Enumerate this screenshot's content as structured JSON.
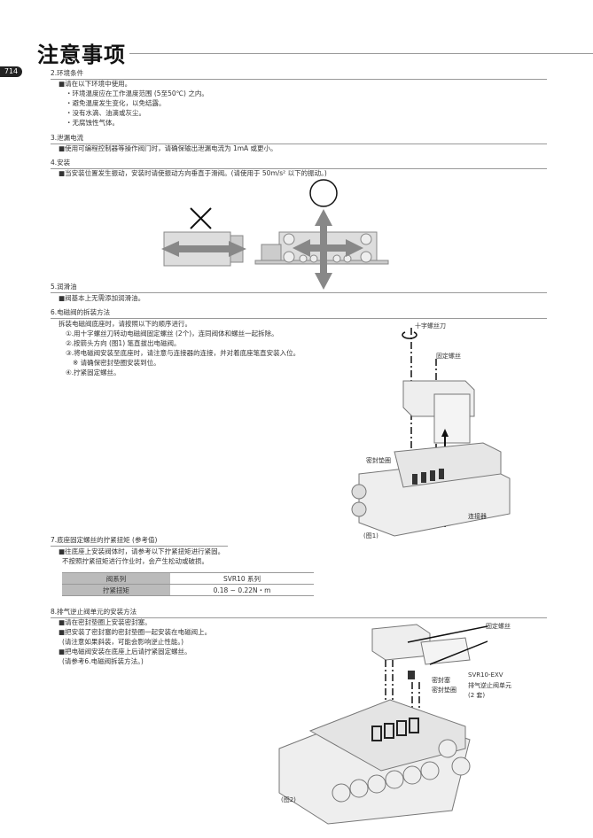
{
  "header": {
    "title": "注意事项",
    "page_number": "714"
  },
  "sections": [
    {
      "heading": "2.环境条件",
      "lines": [
        "■请在以下环境中使用。",
        "・环境温度应在工作温度范围 (5至50℃) 之内。",
        "・避免温度发生变化，以免结露。",
        "・没有水滴、油滴或灰尘。",
        "・无腐蚀性气体。"
      ]
    },
    {
      "heading": "3.泄漏电流",
      "lines": [
        "■使用可编程控制器等操作阀门时，请确保输出泄漏电流为 1mA 或更小。"
      ]
    },
    {
      "heading": "4.安装",
      "lines": [
        "■当安装位置发生振动，安装时请使振动方向垂直于滑阀。(请使用于 50m/s² 以下的振动。)"
      ]
    },
    {
      "heading": "5.润滑油",
      "lines": [
        "■阀基本上无需添加润滑油。"
      ]
    },
    {
      "heading": "6.电磁阀的拆装方法",
      "lines": [
        "拆装电磁阀底座时，请按照以下的顺序进行。",
        "①.用十字螺丝刀转动电磁阀固定螺丝 (2个)，连同阀体和螺丝一起拆除。",
        "②.按箭头方向 (图1) 笔直拔出电磁阀。",
        "③.将电磁阀安装至底座时，请注意与连接器的连接，并对着底座笔直安装入位。",
        "※ 请确保密封垫圈安装到位。",
        "④.拧紧固定螺丝。"
      ]
    },
    {
      "heading": "7.底座固定螺丝的拧紧扭矩 (参考值)",
      "lines": [
        "■往底座上安装阀体时，请参考以下拧紧扭矩进行紧固。",
        "不按照拧紧扭矩进行作业时，会产生松动或破损。"
      ]
    },
    {
      "heading": "8.排气逆止阀单元的安装方法",
      "lines": [
        "■请在密封垫圈上安装密封塞。",
        "■把安装了密封塞的密封垫圈一起安装在电磁阀上。",
        "(请注意如果斜装，可能会影响逆止性能。)",
        "■把电磁阀安装在底座上后请拧紧固定螺丝。",
        "(请参考6.电磁阀拆装方法。)"
      ]
    }
  ],
  "torque_table": {
    "rows": [
      {
        "key": "阀系列",
        "value": "SVR10 系列"
      },
      {
        "key": "拧紧扭矩",
        "value": "0.18 ~ 0.22N・m"
      }
    ]
  },
  "figures": {
    "mounting": {
      "wrong_mark": "✕",
      "ok_mark": "○"
    },
    "fig1": {
      "caption": "(图1)",
      "labels": {
        "screwdriver": "十字螺丝刀",
        "screw": "固定螺丝",
        "gasket": "密封垫圈",
        "connector": "连接器"
      }
    },
    "fig2": {
      "caption": "(图2)",
      "labels": {
        "screw": "固定螺丝",
        "plug": "密封塞",
        "gasket": "密封垫圈",
        "unit_model": "SVR10-EXV",
        "unit_name": "排气逆止阀单元",
        "unit_qty": "(2 套)"
      }
    }
  }
}
